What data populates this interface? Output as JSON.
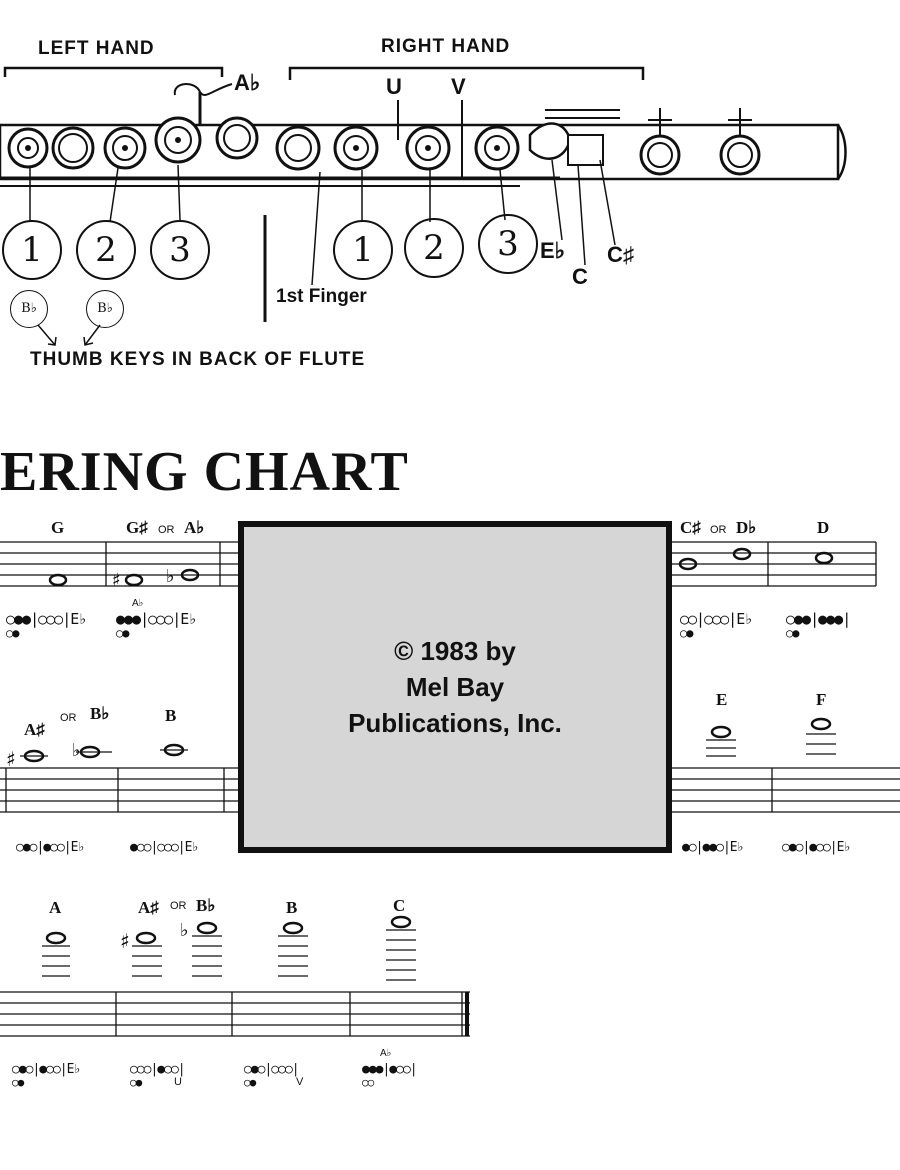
{
  "diagram": {
    "left_hand": "LEFT HAND",
    "right_hand": "RIGHT HAND",
    "key_ab": "A♭",
    "key_u": "U",
    "key_v": "V",
    "key_eb": "E♭",
    "key_c": "C",
    "key_csharp": "C♯",
    "left_fingers": [
      "1",
      "2",
      "3"
    ],
    "right_fingers": [
      "1",
      "2",
      "3"
    ],
    "first_finger": "1st Finger",
    "thumb_keys": [
      "B♭",
      "B♭"
    ],
    "thumb_caption": "THUMB KEYS IN BACK OF FLUTE"
  },
  "chart_title": "ERING CHART",
  "row1": {
    "notes": [
      {
        "name": "G"
      },
      {
        "name": "G♯",
        "or": "OR",
        "alt": "A♭"
      },
      {
        "name": "C♯",
        "or": "OR",
        "alt": "D♭"
      },
      {
        "name": "D"
      }
    ],
    "fingerings": [
      "○●●|○○○|E♭",
      "●●●|○○○|E♭",
      "○○|○○○|E♭",
      "○●●|●●●|"
    ],
    "fingering_sub": [
      "○●",
      "○●",
      "○●",
      "○●"
    ],
    "ab_mark": "A♭"
  },
  "row2": {
    "notes": [
      {
        "name": "A♯"
      },
      {
        "or": "OR",
        "alt": "B♭"
      },
      {
        "name": "B"
      },
      {
        "name": "E"
      },
      {
        "name": "F"
      }
    ],
    "fingerings": [
      "○●○|●○○|E♭",
      "●○○|○○○|E♭",
      "●○|●●○|E♭",
      "○●○|●○○|E♭"
    ]
  },
  "row3": {
    "notes": [
      {
        "name": "A"
      },
      {
        "name": "A♯",
        "or": "OR",
        "alt": "B♭"
      },
      {
        "name": "B"
      },
      {
        "name": "C"
      }
    ],
    "fingerings": [
      "○●○|●○○|E♭",
      "○○○|●○○|",
      "○●○|○○○|",
      "●●●|●○○|"
    ],
    "fingering_sub": [
      "○●",
      "○●",
      "○●",
      "○○"
    ],
    "sub_letters": [
      "",
      "U",
      "V",
      ""
    ],
    "ab_mark": "A♭"
  },
  "copyright": {
    "line1": "© 1983 by",
    "line2": "Mel Bay",
    "line3": "Publications, Inc."
  }
}
